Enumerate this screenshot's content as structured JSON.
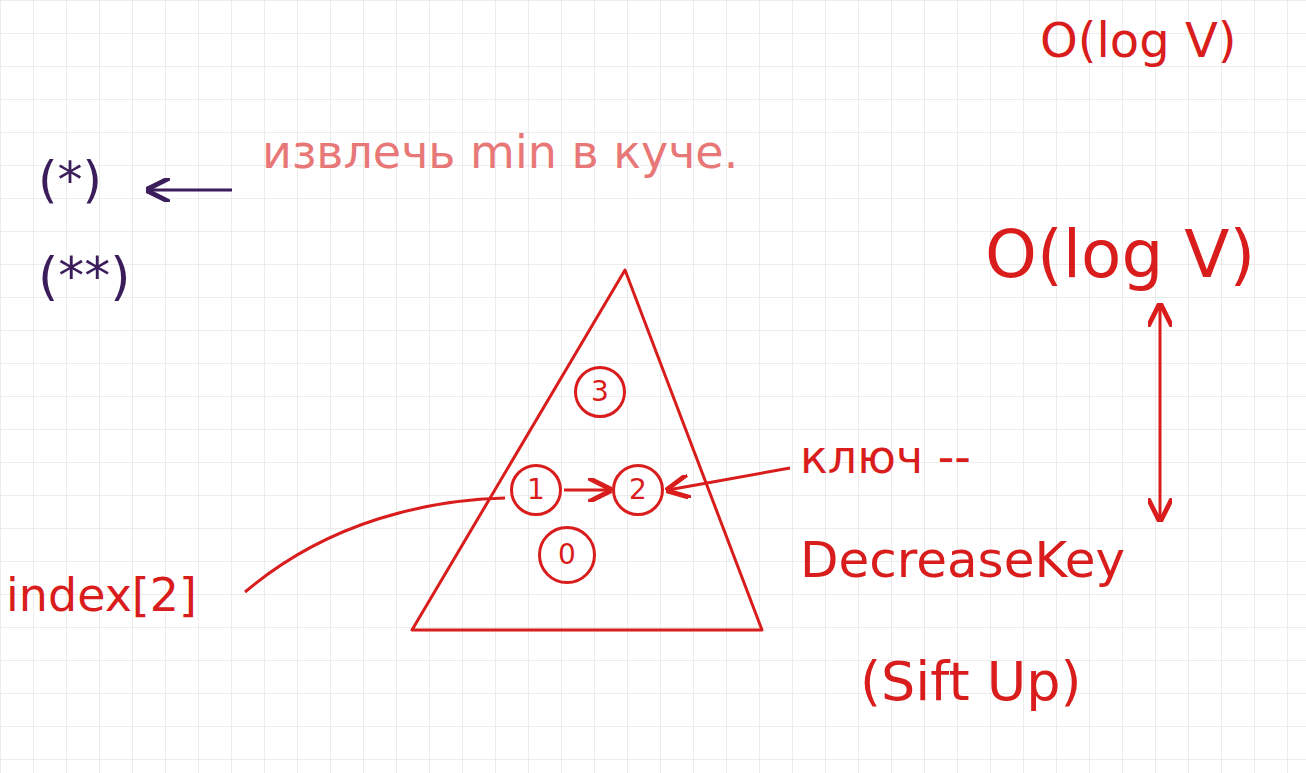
{
  "diagram": {
    "nodes": [
      {
        "text": [
          "3"
        ]
      },
      {
        "text": [
          "1"
        ]
      },
      {
        "text": [
          "2"
        ]
      },
      {
        "text": [
          "0"
        ]
      }
    ],
    "edges": [
      {
        "from": 1,
        "to": 2,
        "arrow": "to"
      }
    ],
    "labels": [
      "O(log V)",
      "(*)",
      "извлечь min в куче.",
      "(**)",
      "O(log V)",
      "index[2]",
      "ключ --",
      "DecreaseKey",
      "(Sift Up)"
    ]
  }
}
